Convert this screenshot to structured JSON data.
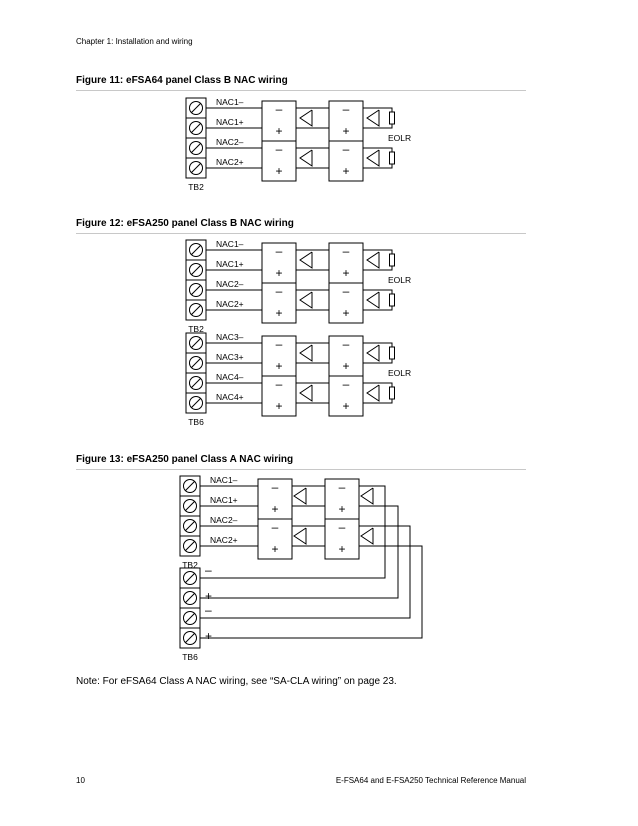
{
  "header": {
    "chapter": "Chapter 1: Installation and wiring"
  },
  "figures": [
    {
      "title": "Figure 11: eFSA64 panel Class B NAC wiring",
      "terminals": [
        "NAC1–",
        "NAC1+",
        "NAC2–",
        "NAC2+"
      ],
      "block_labels": [
        "TB2"
      ],
      "eolr_label": "EOLR"
    },
    {
      "title": "Figure 12: eFSA250 panel Class B NAC wiring",
      "terminals": [
        "NAC1–",
        "NAC1+",
        "NAC2–",
        "NAC2+",
        "NAC3–",
        "NAC3+",
        "NAC4–",
        "NAC4+"
      ],
      "block_labels": [
        "TB2",
        "TB6"
      ],
      "eolr_label": "EOLR"
    },
    {
      "title": "Figure 13: eFSA250 panel Class A NAC wiring",
      "terminals": [
        "NAC1–",
        "NAC1+",
        "NAC2–",
        "NAC2+"
      ],
      "return_terminals": [
        "–",
        "+",
        "–",
        "+"
      ],
      "block_labels": [
        "TB2",
        "TB6"
      ]
    }
  ],
  "device_signs": {
    "minus": "–",
    "plus": "+"
  },
  "note": "Note: For eFSA64 Class A NAC wiring, see “SA-CLA wiring” on page 23.",
  "footer": {
    "page_number": "10",
    "manual_title": "E-FSA64 and E-FSA250 Technical Reference Manual"
  }
}
